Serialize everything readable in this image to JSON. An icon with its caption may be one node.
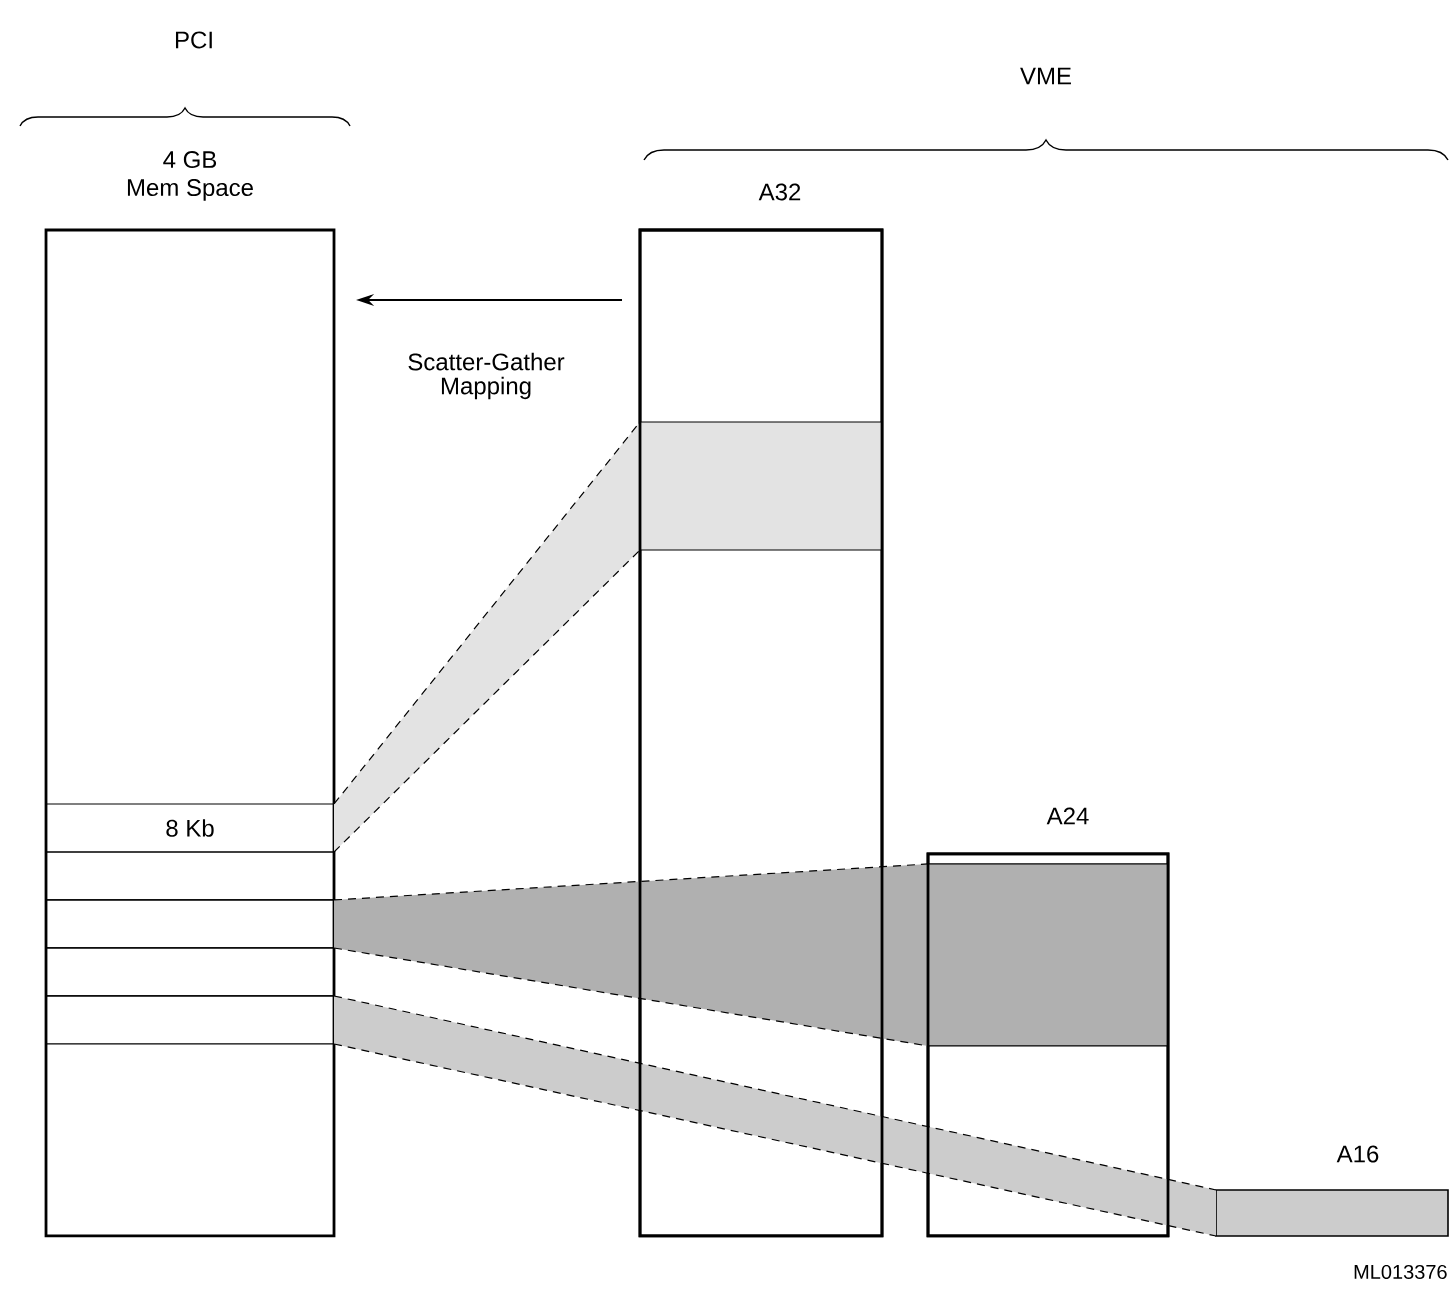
{
  "diagram": {
    "nodes": [
      {
        "text": [
          "4 GB Mem Space"
        ]
      },
      {
        "text": [
          "8 Kb"
        ],
        "in": 0
      },
      {
        "text": [],
        "shape": "box",
        "in": 0
      },
      {
        "text": [],
        "shape": "box",
        "in": 0
      },
      {
        "text": [],
        "shape": "box",
        "in": 0
      },
      {
        "text": [],
        "shape": "box",
        "in": 0
      },
      {
        "text": [
          "A32"
        ]
      },
      {
        "text": [],
        "shape": "box",
        "in": 6
      },
      {
        "text": [
          "A24"
        ]
      },
      {
        "text": [],
        "shape": "box",
        "in": 8
      },
      {
        "text": [
          "A16"
        ]
      }
    ],
    "edges": [
      {
        "from": 6,
        "to": 0,
        "arrow": "to",
        "label": "Scatter-Gather Mapping"
      },
      {
        "from": 1,
        "to": 7,
        "arrow": "none",
        "style": "dashed"
      },
      {
        "from": 3,
        "to": 9,
        "arrow": "none",
        "style": "dashed"
      },
      {
        "from": 5,
        "to": 10,
        "arrow": "none",
        "style": "dashed"
      }
    ],
    "labels": [
      "PCI",
      "VME",
      "ML013376"
    ]
  }
}
